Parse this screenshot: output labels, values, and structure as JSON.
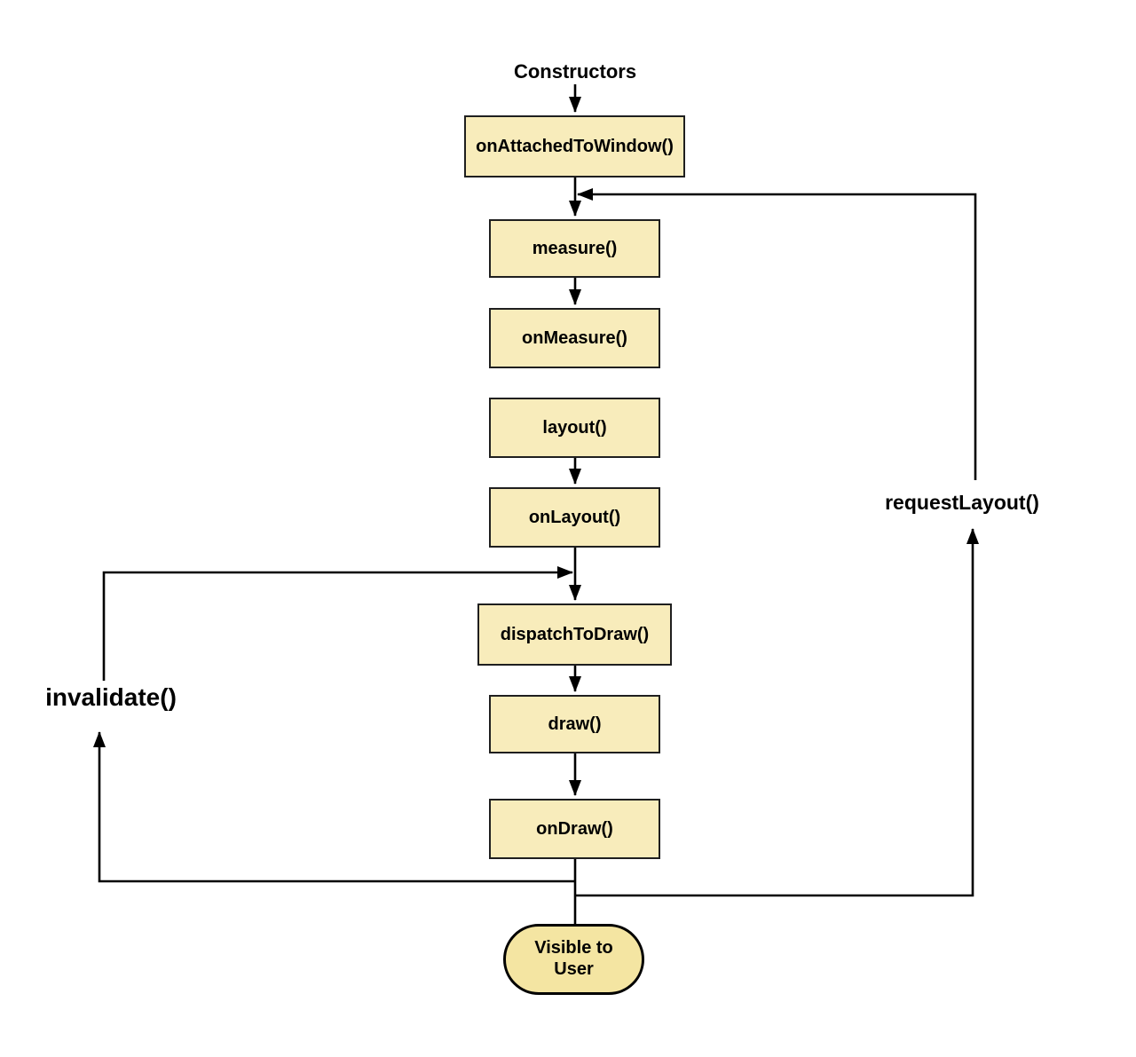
{
  "flowchart": {
    "start_label": "Constructors",
    "boxes": [
      {
        "label": "onAttachedToWindow()"
      },
      {
        "label": "measure()"
      },
      {
        "label": "onMeasure()"
      },
      {
        "label": "layout()"
      },
      {
        "label": "onLayout()"
      },
      {
        "label": "dispatchToDraw()"
      },
      {
        "label": "draw()"
      },
      {
        "label": "onDraw()"
      }
    ],
    "terminal": {
      "label": "Visible to User"
    },
    "side_labels": {
      "invalidate": "invalidate()",
      "request_layout": "requestLayout()"
    },
    "colors": {
      "box_fill": "#F8ECBB",
      "terminal_fill": "#F4E5A2",
      "box_border": "#1F1F1F",
      "line": "#000000",
      "text": "#000000",
      "background": "#FFFFFF"
    },
    "edges": [
      {
        "from": "Constructors",
        "to": "onAttachedToWindow()",
        "arrow": true
      },
      {
        "from": "onAttachedToWindow()",
        "to": "measure()",
        "arrow": true
      },
      {
        "from": "measure()",
        "to": "onMeasure()",
        "arrow": true
      },
      {
        "from": "layout()",
        "to": "onLayout()",
        "arrow": true
      },
      {
        "from": "onLayout()",
        "to": "dispatchToDraw()",
        "arrow": true
      },
      {
        "from": "dispatchToDraw()",
        "to": "draw()",
        "arrow": true
      },
      {
        "from": "draw()",
        "to": "onDraw()",
        "arrow": true
      },
      {
        "from": "onDraw()",
        "to": "Visible to User",
        "arrow": false
      },
      {
        "from": "onDraw()",
        "to": "invalidate()",
        "arrow": true
      },
      {
        "from": "invalidate()",
        "to": "dispatchToDraw()",
        "arrow": true
      },
      {
        "from": "onDraw()",
        "to": "requestLayout()",
        "arrow": true
      },
      {
        "from": "requestLayout()",
        "to": "measure()",
        "arrow": true
      }
    ]
  }
}
